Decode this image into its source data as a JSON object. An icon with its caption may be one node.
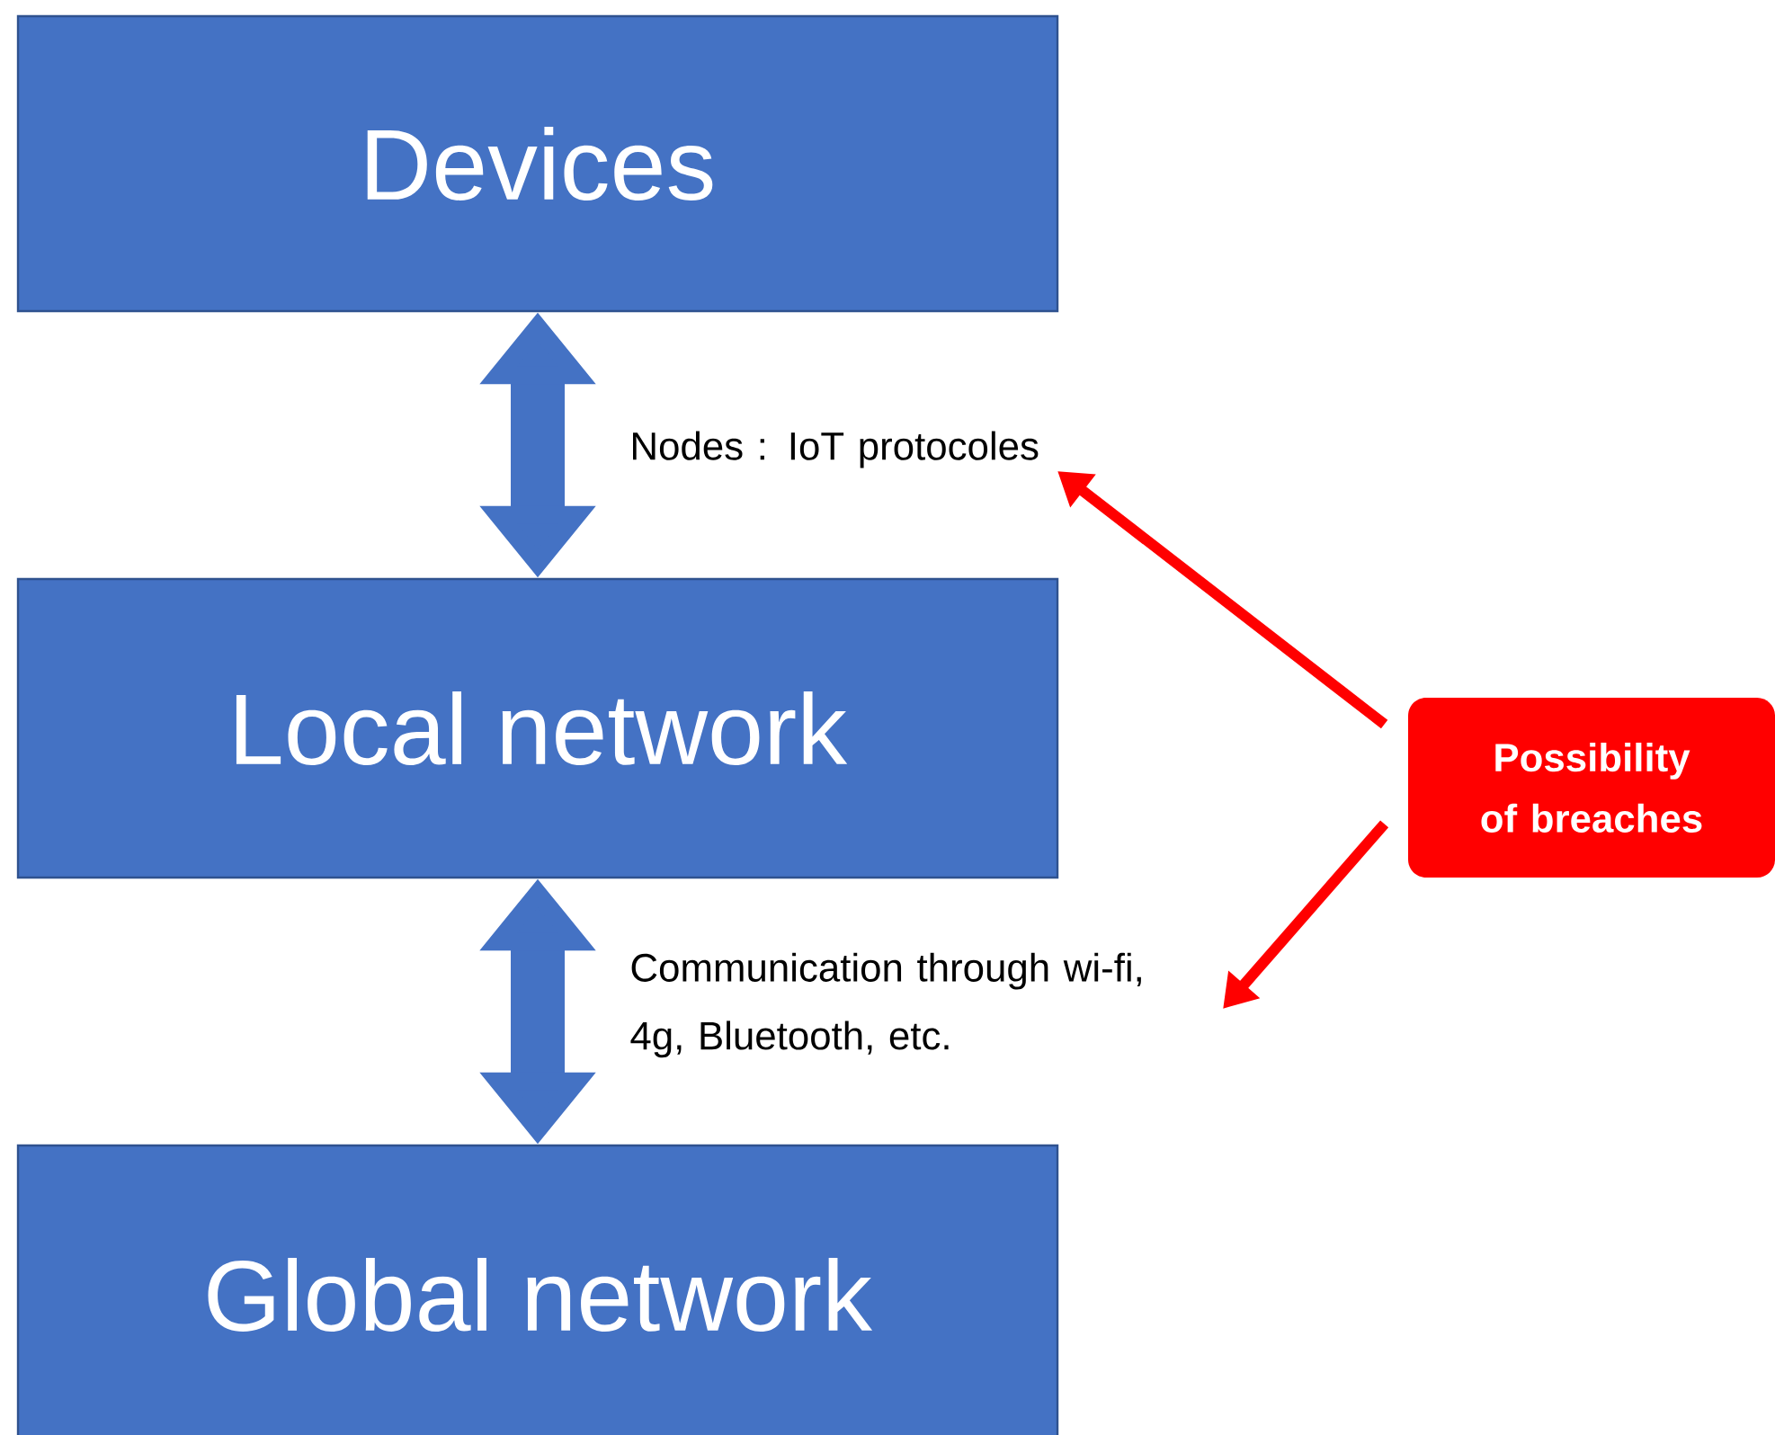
{
  "diagram": {
    "nodes": [
      {
        "text": [
          "Devices"
        ]
      },
      {
        "text": [
          "Local network"
        ]
      },
      {
        "text": [
          "Global network"
        ]
      },
      {
        "text": [
          "Possibility of breaches"
        ]
      },
      {
        "text": [
          "Nodes : IoT protocoles"
        ]
      },
      {
        "text": [
          "Communication through wi-fi, 4g, Bluetooth, etc."
        ]
      }
    ],
    "edges": [
      {
        "from": 0,
        "to": 1,
        "arrow": "both",
        "style": "thick"
      },
      {
        "from": 1,
        "to": 2,
        "arrow": "both",
        "style": "thick"
      },
      {
        "from": 3,
        "to": 4,
        "arrow": "to",
        "color": "#ff0000"
      },
      {
        "from": 3,
        "to": 5,
        "arrow": "to",
        "color": "#ff0000"
      }
    ]
  }
}
